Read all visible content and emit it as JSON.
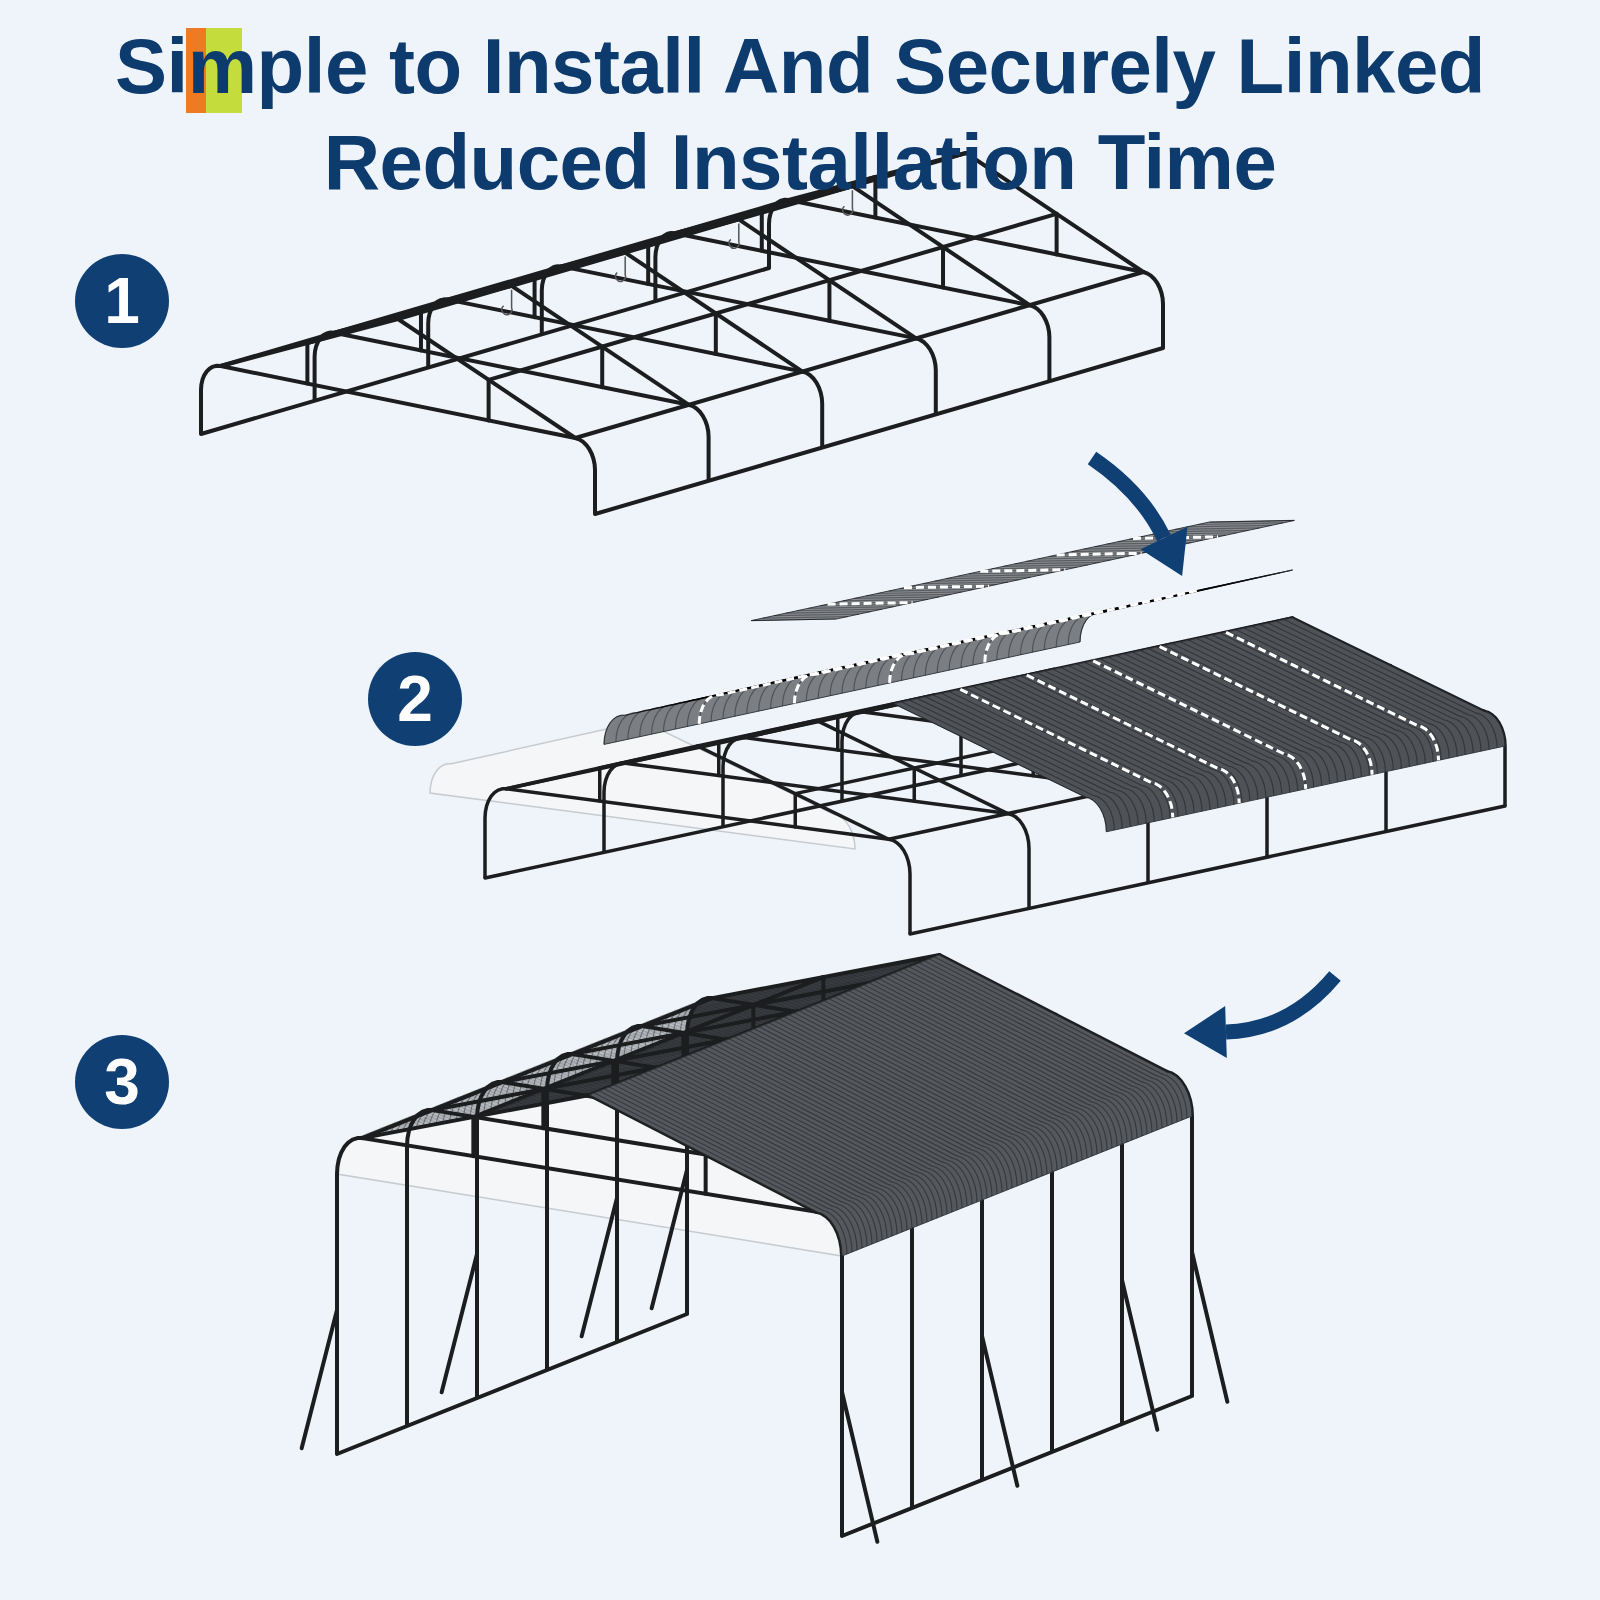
{
  "diagram": {
    "title": "Simple to Install And Securely Linked Reduced Installation Time",
    "nodes": [
      {
        "text": [
          "1"
        ]
      },
      {
        "text": [
          "2"
        ]
      },
      {
        "text": [
          "3"
        ]
      }
    ]
  }
}
